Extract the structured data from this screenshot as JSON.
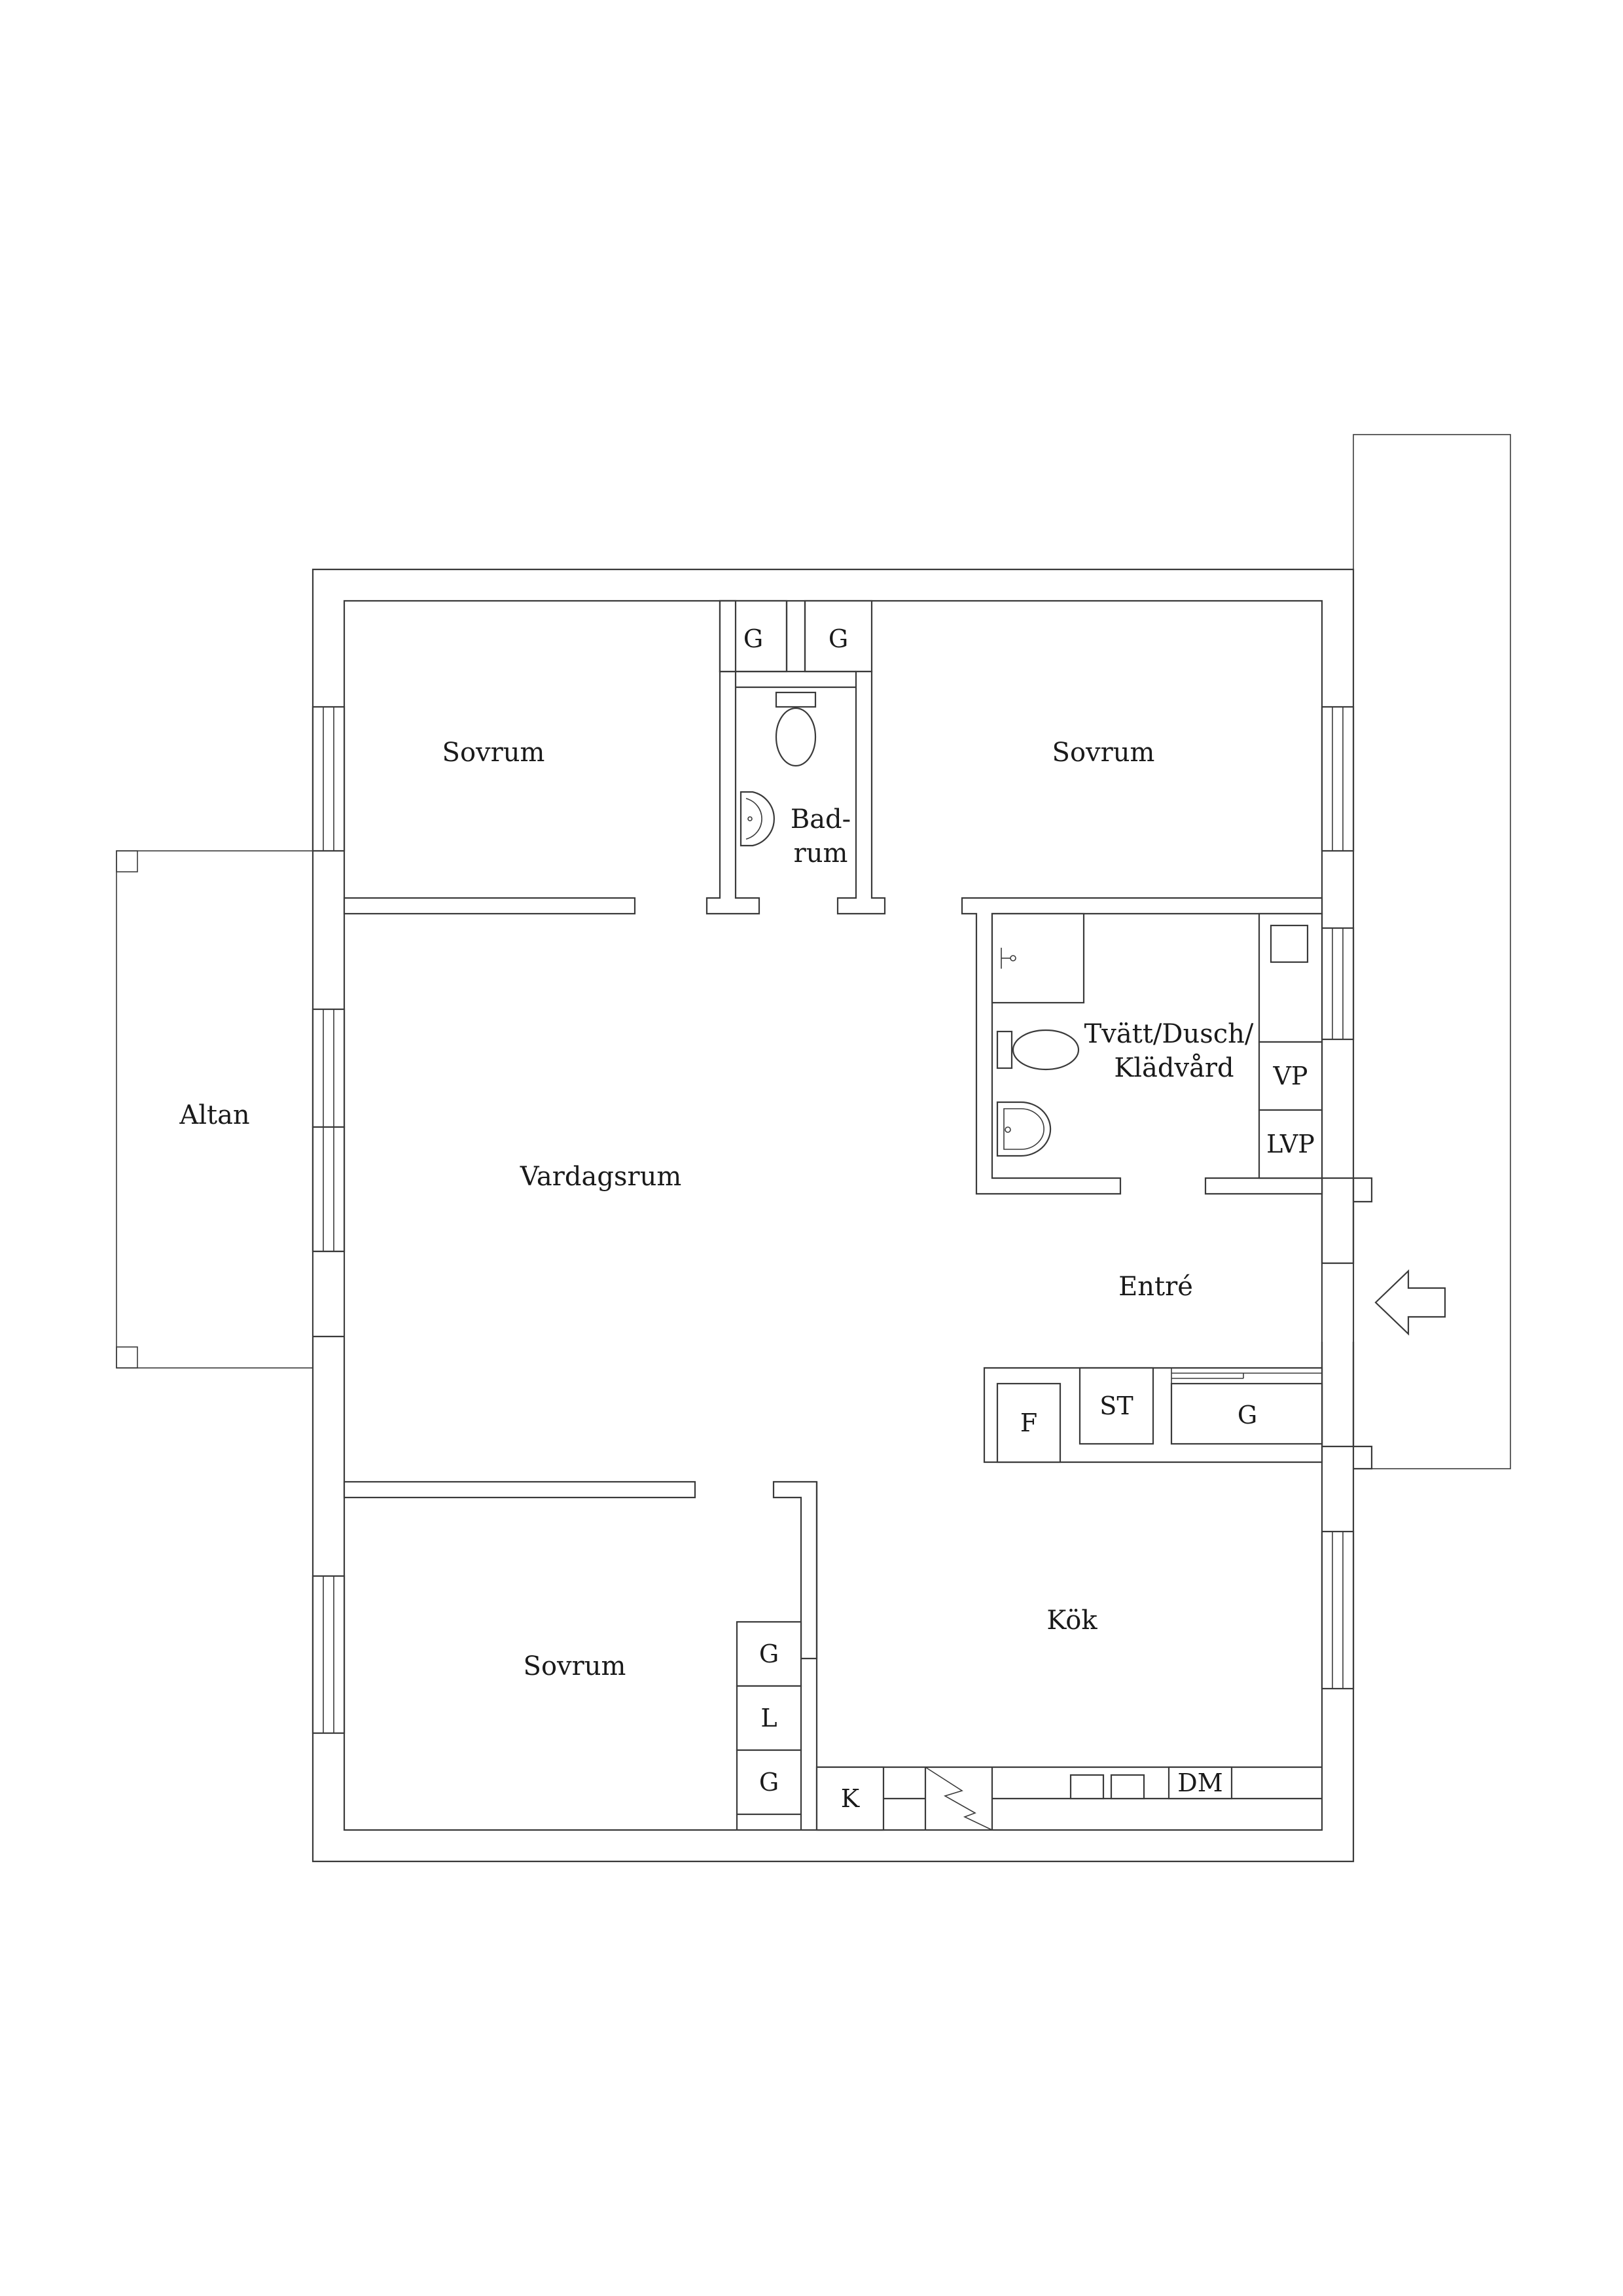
{
  "rooms": {
    "sovrum_top_left": "Sovrum",
    "sovrum_top_right": "Sovrum",
    "sovrum_bottom": "Sovrum",
    "badrum_line1": "Bad-",
    "badrum_line2": "rum",
    "vardagsrum": "Vardagsrum",
    "altan": "Altan",
    "tvatt_line1": "Tvätt/Dusch/",
    "tvatt_line2": "Klädvård",
    "entre": "Entré",
    "kok": "Kök"
  },
  "fixtures": {
    "g_closet_1": "G",
    "g_closet_2": "G",
    "vp": "VP",
    "lvp": "LVP",
    "f": "F",
    "st": "ST",
    "g_entre": "G",
    "g_bedroom_1": "G",
    "l_bedroom": "L",
    "g_bedroom_2": "G",
    "k": "K",
    "dm": "DM"
  },
  "icons": {
    "entrance_arrow": "arrow-left-icon",
    "toilet": "toilet-icon",
    "sink": "sink-icon",
    "stove": "stove-icon",
    "window": "window-icon"
  }
}
